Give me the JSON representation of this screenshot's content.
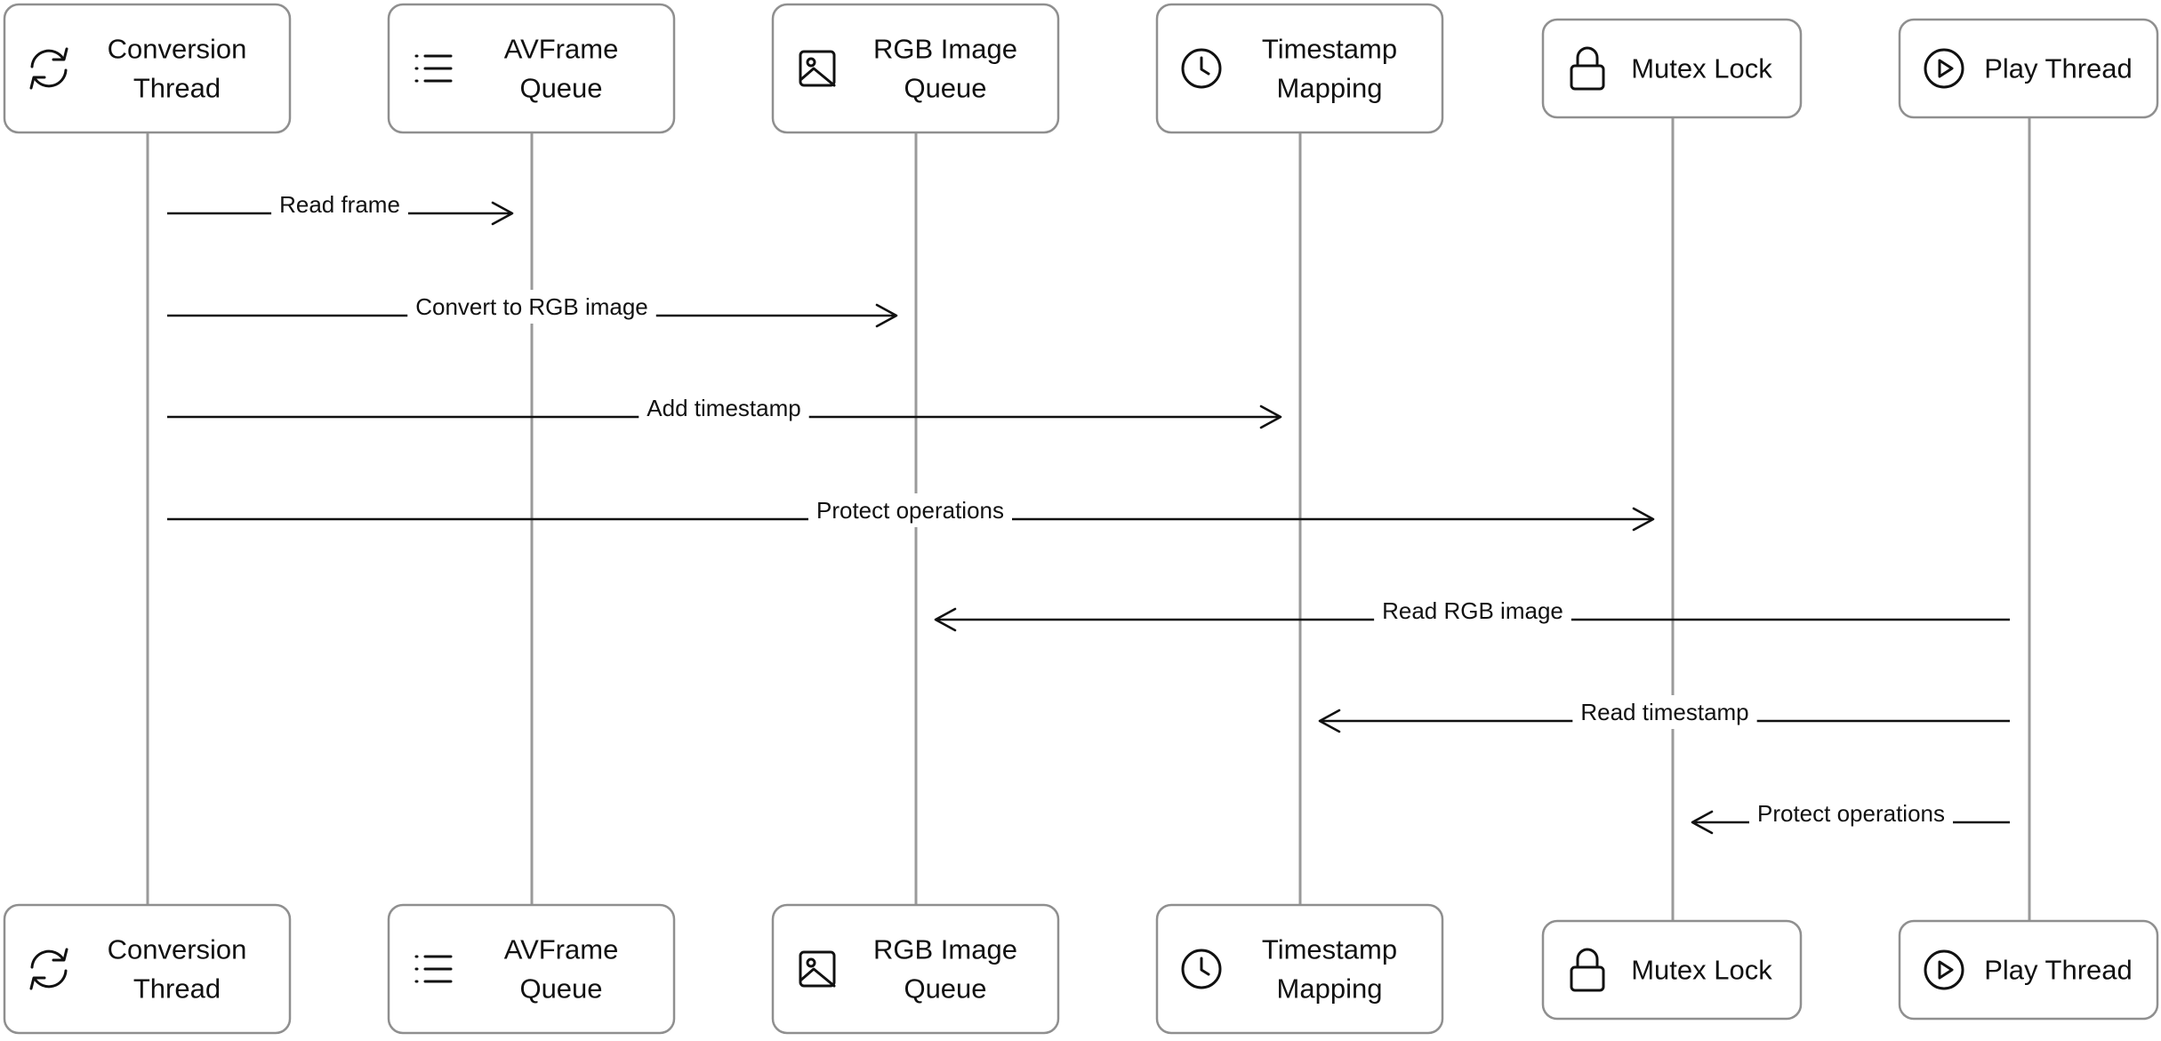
{
  "actors": [
    {
      "id": "conversion-thread",
      "lines": [
        "Conversion",
        "Thread"
      ],
      "icon": "refresh-icon"
    },
    {
      "id": "avframe-queue",
      "lines": [
        "AVFrame",
        "Queue"
      ],
      "icon": "list-icon"
    },
    {
      "id": "rgb-image-queue",
      "lines": [
        "RGB Image",
        "Queue"
      ],
      "icon": "image-icon"
    },
    {
      "id": "timestamp-mapping",
      "lines": [
        "Timestamp",
        "Mapping"
      ],
      "icon": "clock-icon"
    },
    {
      "id": "mutex-lock",
      "lines": [
        "Mutex Lock"
      ],
      "icon": "lock-icon"
    },
    {
      "id": "play-thread",
      "lines": [
        "Play Thread"
      ],
      "icon": "play-circle-icon"
    }
  ],
  "messages": [
    {
      "from": 0,
      "to": 1,
      "label": "Read frame"
    },
    {
      "from": 0,
      "to": 2,
      "label": "Convert to RGB image"
    },
    {
      "from": 0,
      "to": 3,
      "label": "Add timestamp"
    },
    {
      "from": 0,
      "to": 4,
      "label": "Protect operations"
    },
    {
      "from": 5,
      "to": 2,
      "label": "Read RGB image"
    },
    {
      "from": 5,
      "to": 3,
      "label": "Read timestamp"
    },
    {
      "from": 5,
      "to": 4,
      "label": "Protect operations"
    }
  ]
}
